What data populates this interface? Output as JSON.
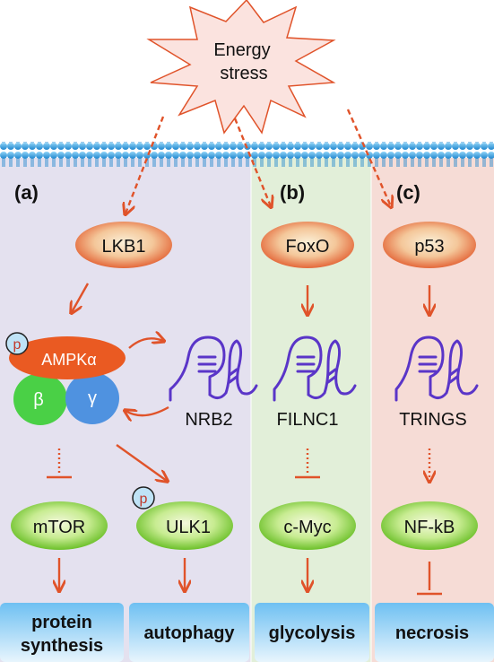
{
  "trigger": {
    "line1": "Energy",
    "line2": "stress"
  },
  "panels": {
    "a": {
      "label": "(a)"
    },
    "b": {
      "label": "(b)"
    },
    "c": {
      "label": "(c)"
    }
  },
  "nodes": {
    "lkb1": "LKB1",
    "foxo": "FoxO",
    "p53": "p53",
    "ampk_alpha": "AMPKα",
    "ampk_beta": "β",
    "ampk_gamma": "γ",
    "mtor": "mTOR",
    "ulk1": "ULK1",
    "cmyc": "c-Myc",
    "nfkb": "NF-kB",
    "phospho": "p"
  },
  "lncrnas": {
    "nrb2": "NRB2",
    "filnc1": "FILNC1",
    "trings": "TRINGS"
  },
  "outcomes": {
    "protein_1": "protein",
    "protein_2": "synthesis",
    "autophagy": "autophagy",
    "glycolysis": "glycolysis",
    "necrosis": "necrosis"
  },
  "colors": {
    "panel_a": "#e4e1ef",
    "panel_b": "#e2efd9",
    "panel_c": "#f6dcd6",
    "membrane": "#3aa7e0",
    "arrow": "#e0532a",
    "upstream_oval": "#f2b48c",
    "downstream_oval": "#a8df6a",
    "rna": "#5a35c8",
    "outcome_box": "#5aaee8",
    "star": "#fbe3df"
  }
}
